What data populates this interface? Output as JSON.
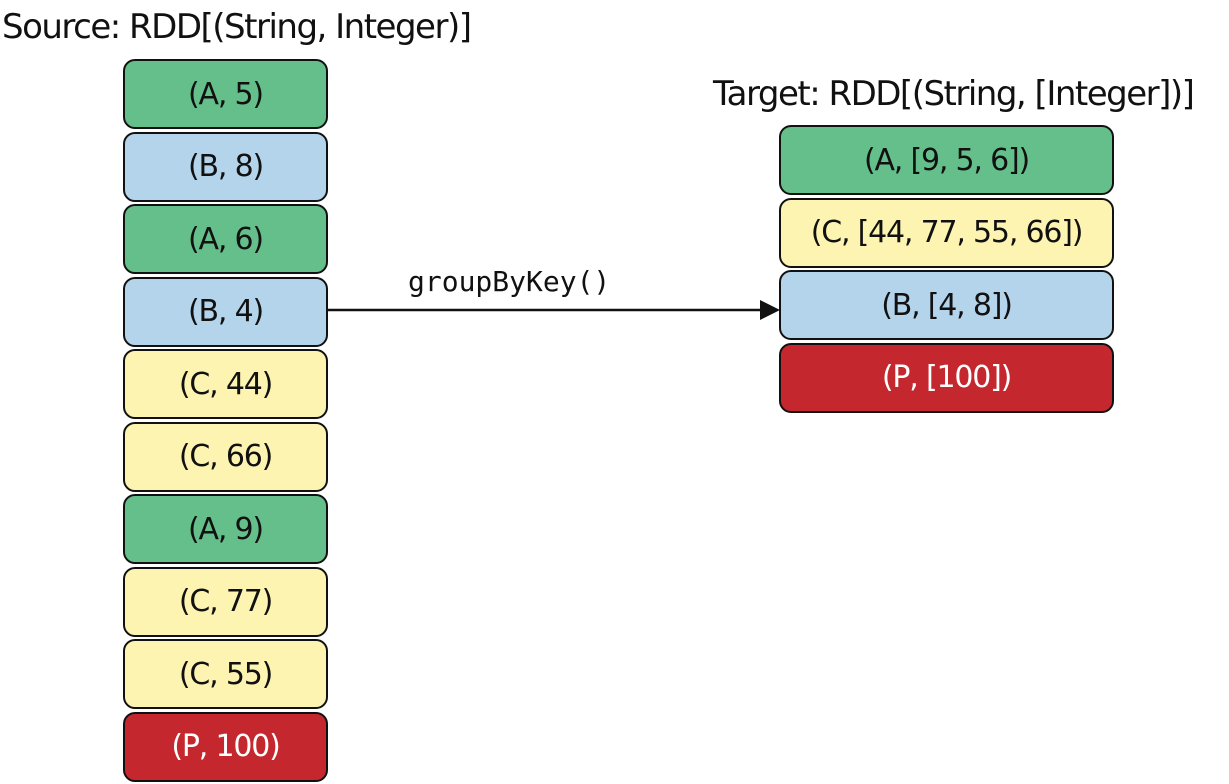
{
  "source": {
    "title": "Source: RDD[(String, Integer)]",
    "records": [
      {
        "label": "(A, 5)",
        "key": "A"
      },
      {
        "label": "(B, 8)",
        "key": "B"
      },
      {
        "label": "(A, 6)",
        "key": "A"
      },
      {
        "label": "(B, 4)",
        "key": "B"
      },
      {
        "label": "(C, 44)",
        "key": "C"
      },
      {
        "label": "(C, 66)",
        "key": "C"
      },
      {
        "label": "(A, 9)",
        "key": "A"
      },
      {
        "label": "(C, 77)",
        "key": "C"
      },
      {
        "label": "(C, 55)",
        "key": "C"
      },
      {
        "label": "(P, 100)",
        "key": "P"
      }
    ]
  },
  "transformation": {
    "label": "groupByKey()"
  },
  "target": {
    "title": "Target: RDD[(String, [Integer])]",
    "records": [
      {
        "label": "(A, [9, 5, 6])",
        "key": "A"
      },
      {
        "label": "(C, [44, 77, 55, 66])",
        "key": "C"
      },
      {
        "label": "(B, [4, 8])",
        "key": "B"
      },
      {
        "label": "(P, [100])",
        "key": "P"
      }
    ]
  },
  "key_colors": {
    "A": "#64bf8a",
    "B": "#b4d4ec",
    "C": "#fdf4b2",
    "P": "#c4282e"
  },
  "light_text_keys": [
    "P"
  ]
}
